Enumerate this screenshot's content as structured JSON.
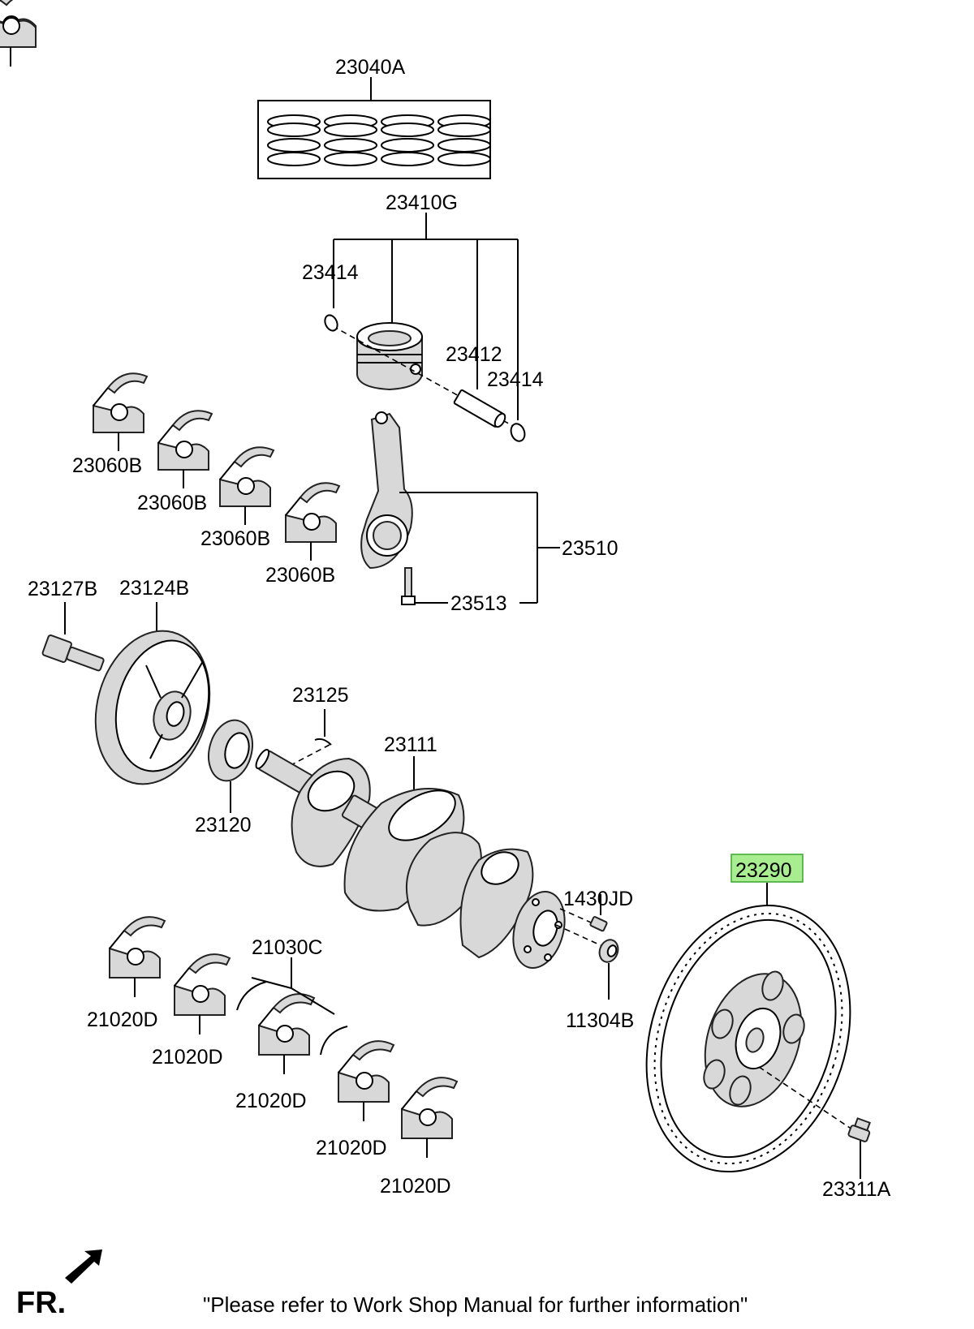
{
  "callouts": {
    "piston_ring_set": "23040A",
    "piston_assy": "23410G",
    "snap_ring_left": "23414",
    "piston_pin": "23412",
    "snap_ring_right": "23414",
    "rod_bearing_1": "23060B",
    "rod_bearing_2": "23060B",
    "rod_bearing_3": "23060B",
    "rod_bearing_4": "23060B",
    "connecting_rod": "23510",
    "rod_bolt": "23513",
    "pulley_bolt": "23127B",
    "damper_pulley": "23124B",
    "key": "23125",
    "crankshaft": "23111",
    "sprocket": "23120",
    "dowel_pin": "1430JD",
    "flywheel": "23290",
    "pilot_bushing": "11304B",
    "thrust_bearing": "21030C",
    "main_bearing_1": "21020D",
    "main_bearing_2": "21020D",
    "main_bearing_3": "21020D",
    "main_bearing_4": "21020D",
    "main_bearing_5": "21020D",
    "flywheel_bolt": "23311A"
  },
  "highlight_color": "#a8ee90",
  "footer": {
    "direction_label": "FR.",
    "note": "\"Please refer to Work Shop Manual for further information\""
  }
}
